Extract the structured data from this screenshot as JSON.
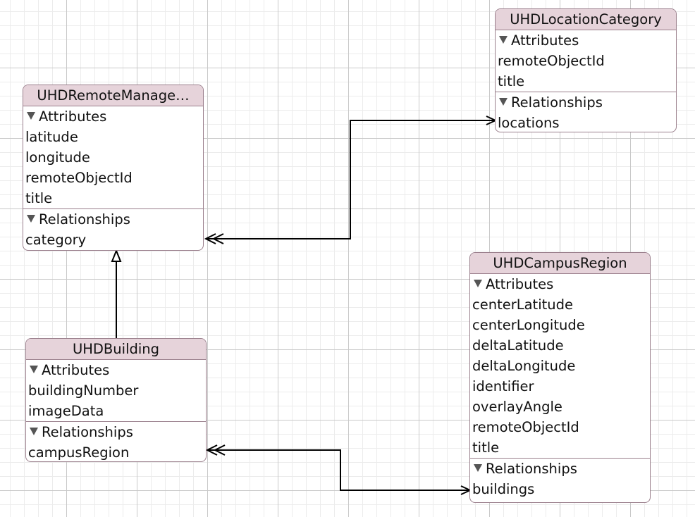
{
  "entities": {
    "remote_managed": {
      "name": "UHDRemoteManage…",
      "attributes_label": "Attributes",
      "attributes": [
        "latitude",
        "longitude",
        "remoteObjectId",
        "title"
      ],
      "relationships_label": "Relationships",
      "relationships": [
        "category"
      ]
    },
    "location_category": {
      "name": "UHDLocationCategory",
      "attributes_label": "Attributes",
      "attributes": [
        "remoteObjectId",
        "title"
      ],
      "relationships_label": "Relationships",
      "relationships": [
        "locations"
      ]
    },
    "building": {
      "name": "UHDBuilding",
      "attributes_label": "Attributes",
      "attributes": [
        "buildingNumber",
        "imageData"
      ],
      "relationships_label": "Relationships",
      "relationships": [
        "campusRegion"
      ]
    },
    "campus_region": {
      "name": "UHDCampusRegion",
      "attributes_label": "Attributes",
      "attributes": [
        "centerLatitude",
        "centerLongitude",
        "deltaLatitude",
        "deltaLongitude",
        "identifier",
        "overlayAngle",
        "remoteObjectId",
        "title"
      ],
      "relationships_label": "Relationships",
      "relationships": [
        "buildings"
      ]
    }
  },
  "colors": {
    "header_fill": "#e6d3da",
    "border": "#9a7f8c",
    "grid_major": "#c9c9c9",
    "grid_minor": "#ececec",
    "connector": "#000000"
  }
}
